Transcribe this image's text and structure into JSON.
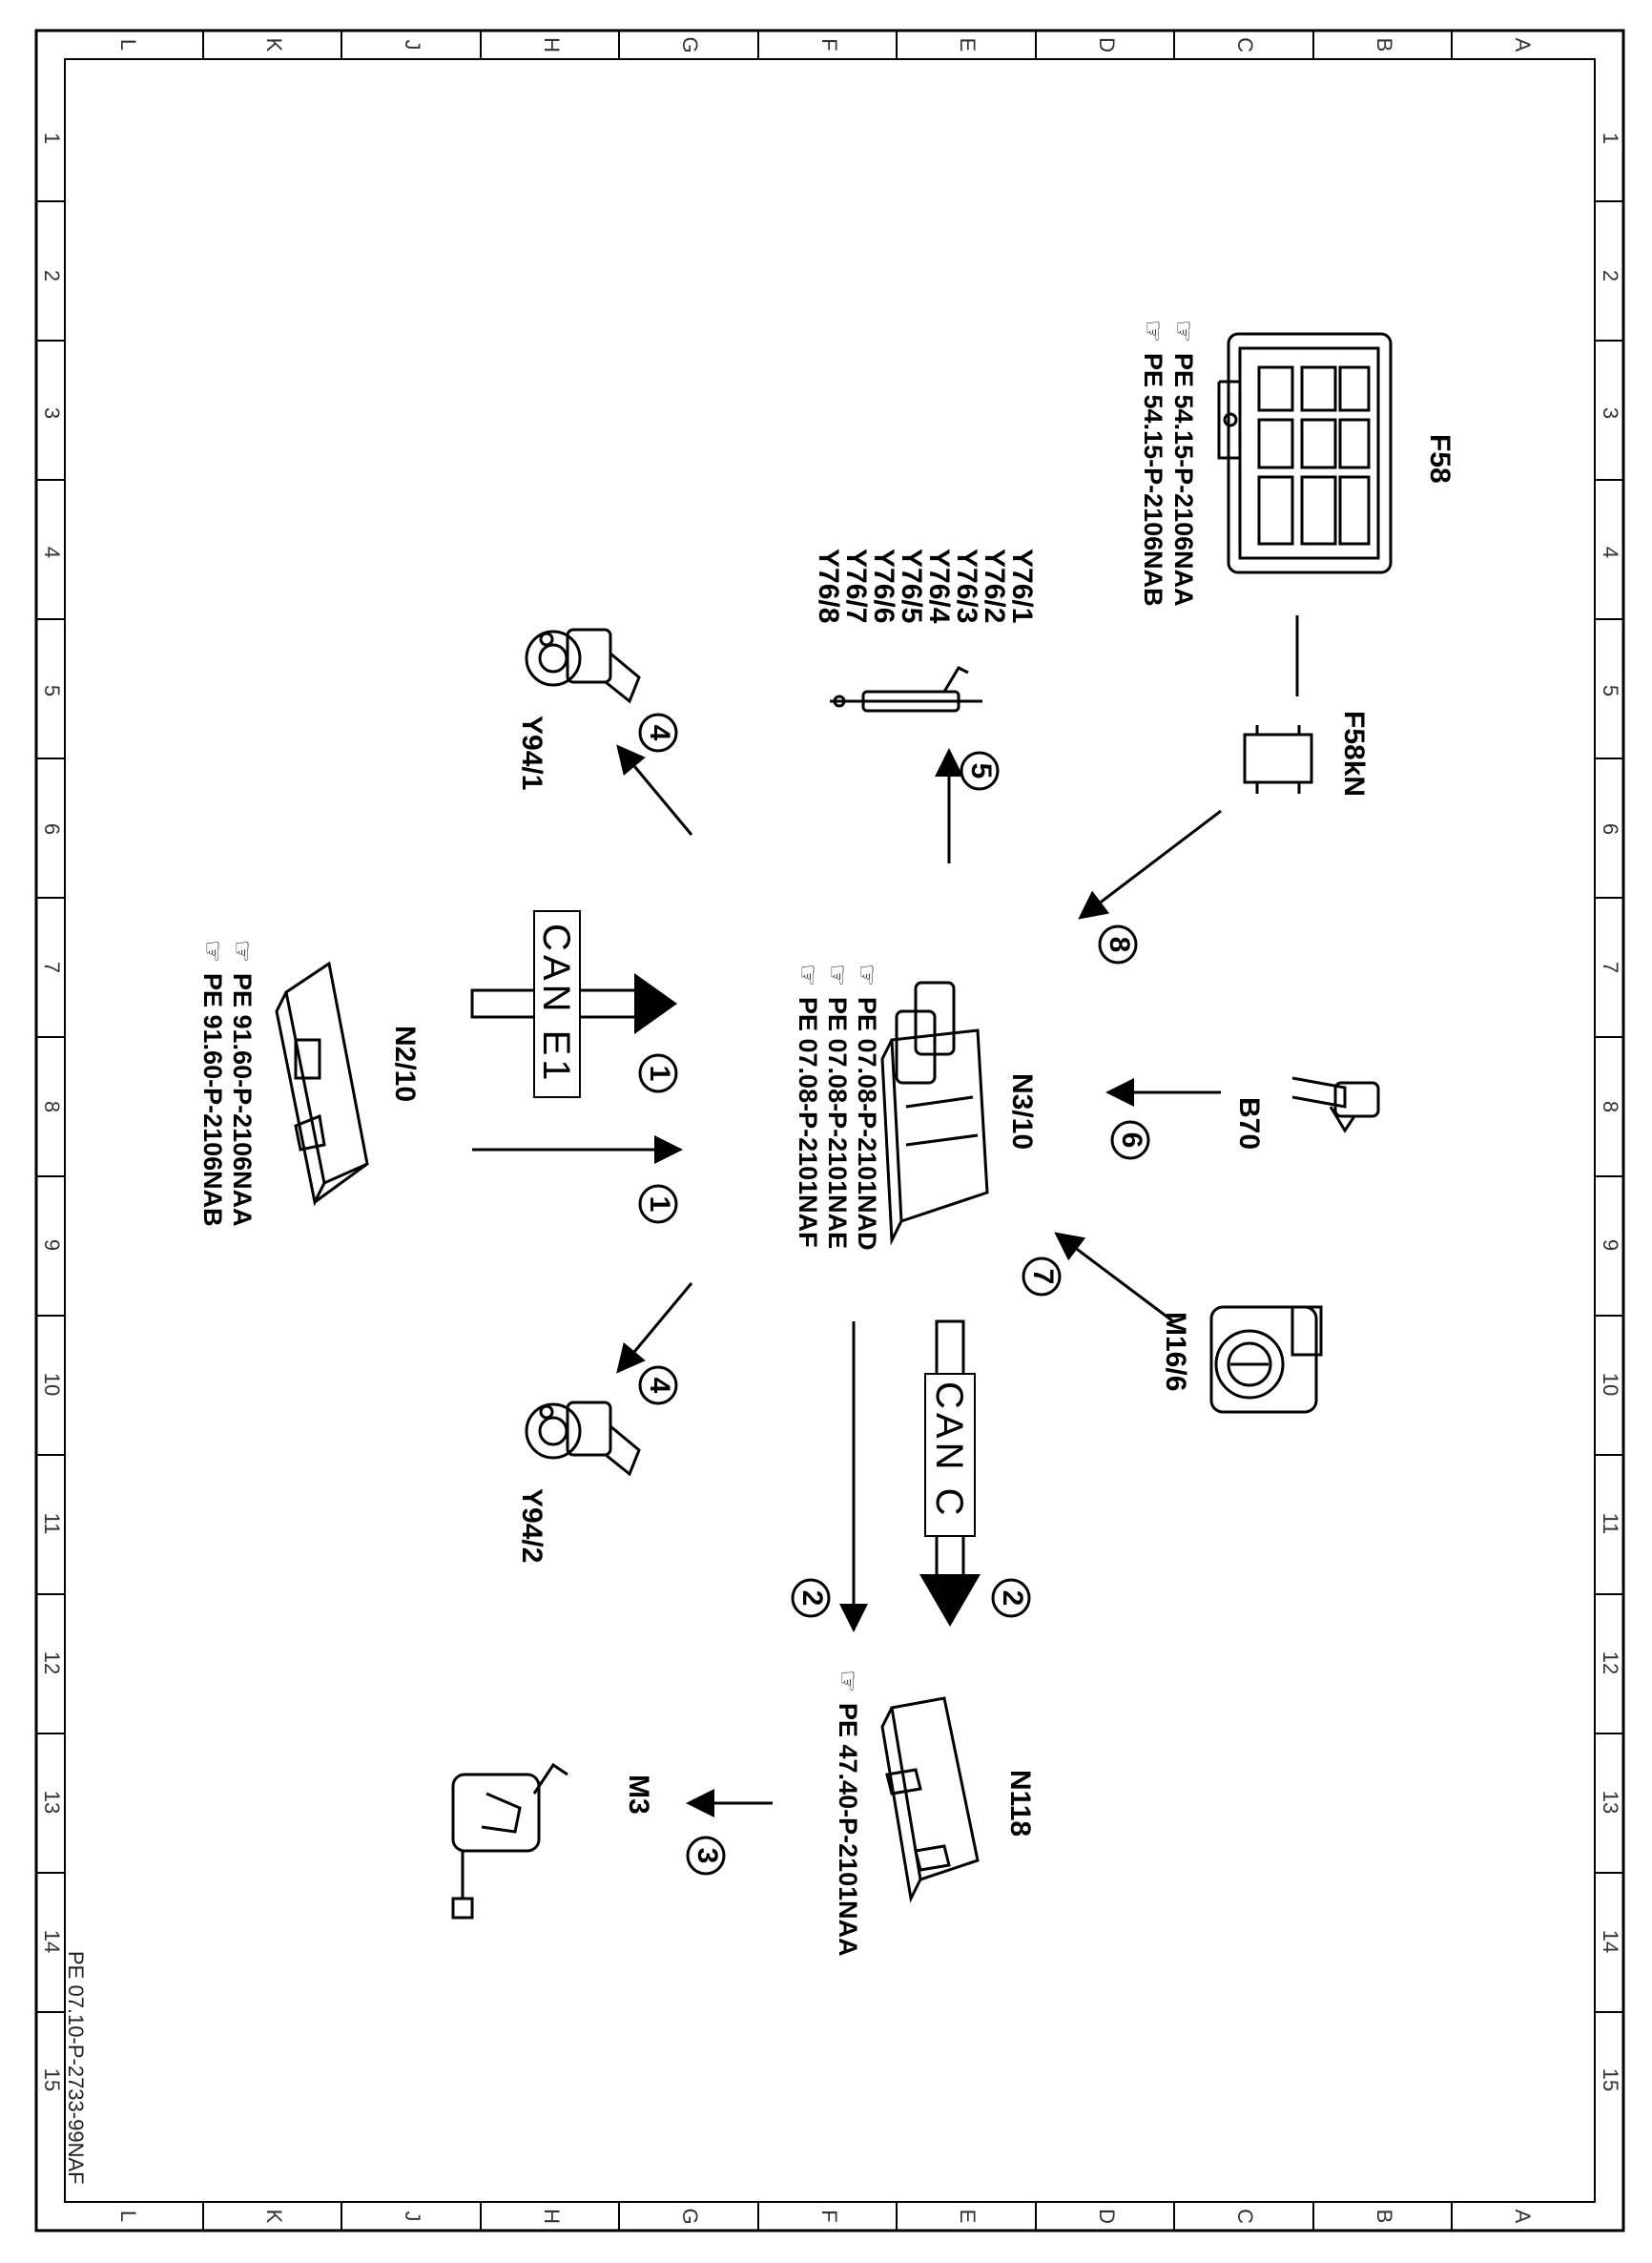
{
  "diagram": {
    "doc_id": "PE 07.10-P-2733-99NAF",
    "columns": [
      "L",
      "K",
      "J",
      "H",
      "G",
      "F",
      "E",
      "D",
      "C",
      "B",
      "A"
    ],
    "rows": [
      "1",
      "2",
      "3",
      "4",
      "5",
      "6",
      "7",
      "8",
      "9",
      "10",
      "11",
      "12",
      "13",
      "14",
      "15"
    ],
    "components": {
      "F58": {
        "label": "F58",
        "refs": [
          "PE 54.15-P-2106NAA",
          "PE 54.15-P-2106NAB"
        ]
      },
      "F58kN": {
        "label": "F58kN"
      },
      "Y76": {
        "labels": [
          "Y76/1",
          "Y76/2",
          "Y76/3",
          "Y76/4",
          "Y76/5",
          "Y76/6",
          "Y76/7",
          "Y76/8"
        ]
      },
      "Y94_1": {
        "label": "Y94/1"
      },
      "Y94_2": {
        "label": "Y94/2"
      },
      "N2_10": {
        "label": "N2/10",
        "refs": [
          "PE 91.60-P-2106NAA",
          "PE 91.60-P-2106NAB"
        ]
      },
      "N3_10": {
        "label": "N3/10",
        "refs": [
          "PE 07.08-P-2101NAD",
          "PE 07.08-P-2101NAE",
          "PE 07.08-P-2101NAF"
        ]
      },
      "B70": {
        "label": "B70"
      },
      "M16_6": {
        "label": "M16/6"
      },
      "N118": {
        "label": "N118",
        "refs": [
          "PE 47.40-P-2101NAA"
        ]
      },
      "M3": {
        "label": "M3"
      }
    },
    "buses": {
      "can_e1": "CAN E1",
      "can_c": "CAN C"
    },
    "arrow_numbers": {
      "n1a": "1",
      "n1b": "1",
      "n2a": "2",
      "n2b": "2",
      "n3": "3",
      "n4a": "4",
      "n4b": "4",
      "n5": "5",
      "n6": "6",
      "n7": "7",
      "n8": "8"
    }
  }
}
